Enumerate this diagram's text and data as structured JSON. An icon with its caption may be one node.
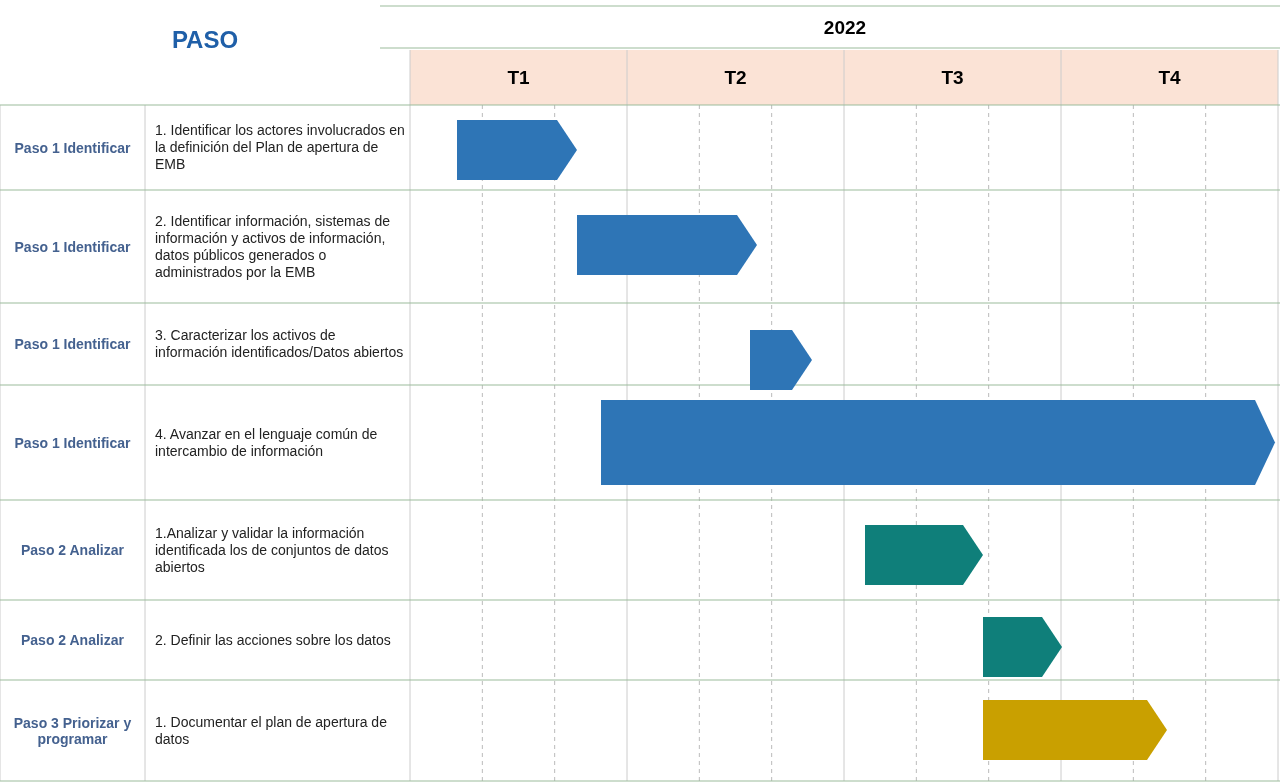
{
  "diagram": {
    "nodes": [
      {
        "text": [],
        "shape": "bar"
      },
      {
        "text": [],
        "shape": "bar"
      },
      {
        "text": [],
        "shape": "bar"
      },
      {
        "text": [],
        "shape": "bar"
      },
      {
        "text": [],
        "shape": "bar"
      },
      {
        "text": [],
        "shape": "bar"
      },
      {
        "text": [],
        "shape": "bar"
      }
    ],
    "labels": [
      "PASO",
      "2022",
      "T1",
      "T2",
      "T3",
      "T4",
      "Paso 1 Identificar",
      "1. Identificar los actores involucrados en la definición del Plan de apertura de EMB",
      "Paso 1 Identificar",
      "2. Identificar información, sistemas de información y activos de información, datos públicos generados o administrados por la EMB",
      "Paso 1 Identificar",
      "3. Caracterizar los activos de información identificados/Datos abiertos",
      "Paso 1 Identificar",
      "4. Avanzar en el lenguaje común de intercambio de información",
      "Paso 2 Analizar",
      "1.Analizar y validar la información identificada los de conjuntos de datos abiertos",
      "Paso 2 Analizar",
      "2. Definir las acciones sobre los datos",
      "Paso 3 Priorizar y programar",
      "1. Documentar el plan de apertura de datos"
    ]
  }
}
